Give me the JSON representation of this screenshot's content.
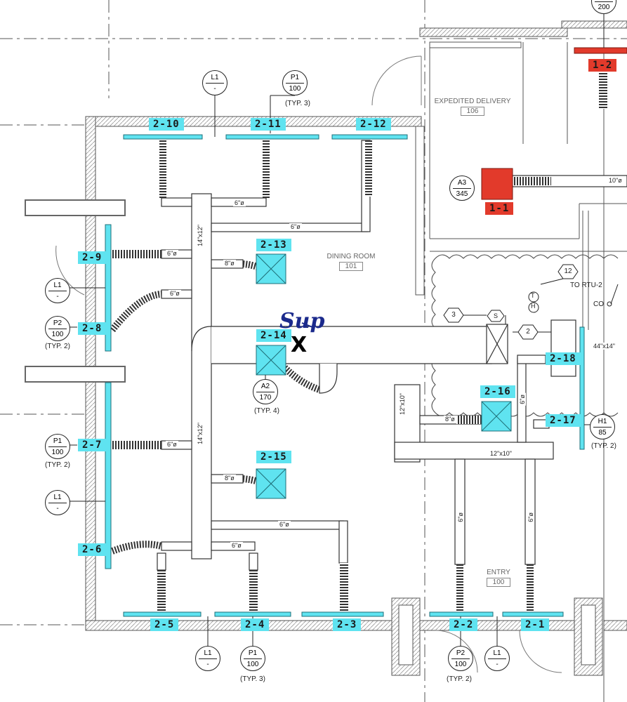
{
  "rooms": {
    "expedited_delivery": {
      "name": "EXPEDITED DELIVERY",
      "number": "106"
    },
    "dining_room": {
      "name": "DINING ROOM",
      "number": "101"
    },
    "entry": {
      "name": "ENTRY",
      "number": "100"
    }
  },
  "diffuser_labels": [
    "2-1",
    "2-2",
    "2-3",
    "2-4",
    "2-5",
    "2-6",
    "2-7",
    "2-8",
    "2-9",
    "2-10",
    "2-11",
    "2-12",
    "2-13",
    "2-14",
    "2-15",
    "2-16",
    "2-17",
    "2-18"
  ],
  "red_labels": [
    "1-1",
    "1-2"
  ],
  "tags": {
    "l1": {
      "top": "L1",
      "bottom": "-"
    },
    "p1": {
      "top": "P1",
      "bottom": "100"
    },
    "p2": {
      "top": "P2",
      "bottom": "100"
    },
    "a2": {
      "top": "A2",
      "bottom": "170"
    },
    "a3": {
      "top": "A3",
      "bottom": "345"
    },
    "h1": {
      "top": "H1",
      "bottom": "85"
    }
  },
  "typ_notes": {
    "typ2": "(TYP. 2)",
    "typ3": "(TYP. 3)",
    "typ4": "(TYP. 4)"
  },
  "duct_sizes": {
    "d6": "6\"ø",
    "d8": "8\"ø",
    "d10": "10\"ø",
    "main_14x12": "14\"x12\"",
    "main_12x10": "12\"x10\"",
    "main_44x14": "44\"x14\""
  },
  "keynotes": {
    "k2": "2",
    "k3": "3",
    "k12": "12",
    "s": "S",
    "t": "T",
    "h": "H",
    "co": "CO",
    "to_rtu": "TO RTU-2",
    "top_200": "200"
  },
  "handwritten": {
    "note": "Sup",
    "mark": "X"
  },
  "colors": {
    "diffuser": "#5fe3f0",
    "red": "#e23a2b",
    "ink": "#222222",
    "handwriting": "#1b2a8c"
  }
}
